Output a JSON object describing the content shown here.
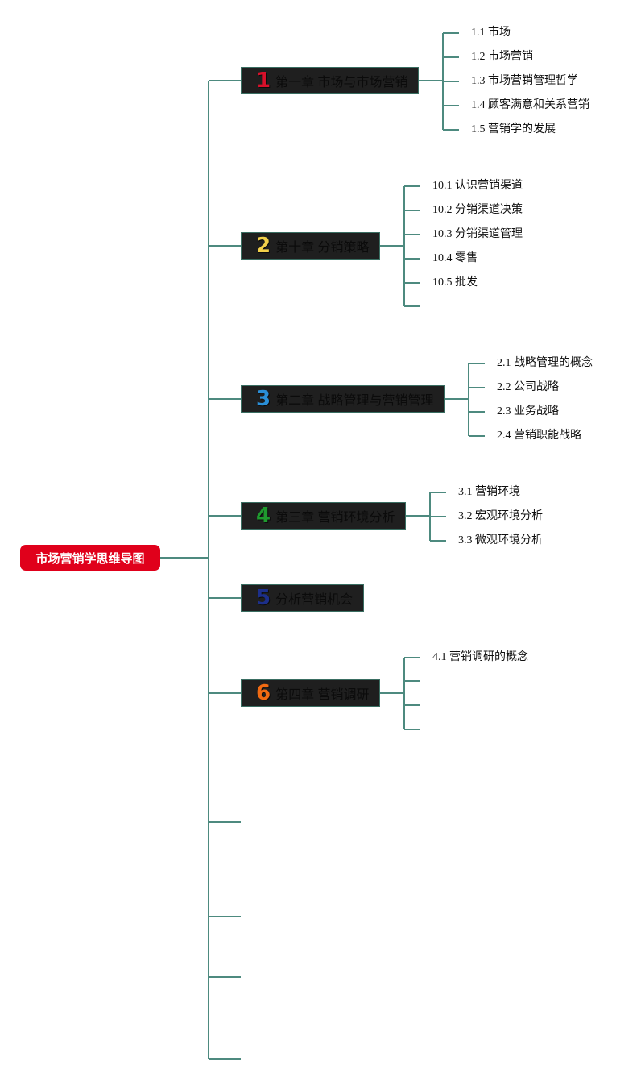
{
  "root": {
    "label": "市场营销学思维导图",
    "color": "#e0001b"
  },
  "line_color": "#4d8a7f",
  "chapters": [
    {
      "number": "1",
      "number_color": "#d8102a",
      "title": "第一章 市场与市场营销",
      "sections": [
        "1.1 市场",
        "1.2 市场营销",
        "1.3 市场营销管理哲学",
        "1.4 顾客满意和关系营销",
        "1.5 营销学的发展"
      ]
    },
    {
      "number": "2",
      "number_color": "#f2d04a",
      "title": "第十章 分销策略",
      "sections": [
        "10.1 认识营销渠道",
        "10.2 分销渠道决策",
        "10.3 分销渠道管理",
        "10.4 零售",
        "10.5 批发",
        ""
      ]
    },
    {
      "number": "3",
      "number_color": "#2a8fd8",
      "title": "第二章 战略管理与营销管理",
      "sections": [
        "2.1 战略管理的概念",
        "2.2 公司战略",
        "2.3 业务战略",
        "2.4 营销职能战略"
      ]
    },
    {
      "number": "4",
      "number_color": "#1f9a2e",
      "title": "第三章 营销环境分析",
      "sections": [
        "3.1 营销环境",
        "3.2 宏观环境分析",
        "3.3 微观环境分析"
      ]
    },
    {
      "number": "5",
      "number_color": "#1c2f8a",
      "title": "分析营销机会",
      "sections": []
    },
    {
      "number": "6",
      "number_color": "#f06a12",
      "title": "第四章 营销调研",
      "sections": [
        "4.1 营销调研的概念",
        "",
        "",
        ""
      ]
    },
    {
      "number": "",
      "number_color": "",
      "title": "",
      "sections": []
    },
    {
      "number": "",
      "number_color": "",
      "title": "",
      "sections": []
    },
    {
      "number": "",
      "number_color": "",
      "title": "",
      "sections": []
    },
    {
      "number": "",
      "number_color": "",
      "title": "",
      "sections": []
    }
  ]
}
